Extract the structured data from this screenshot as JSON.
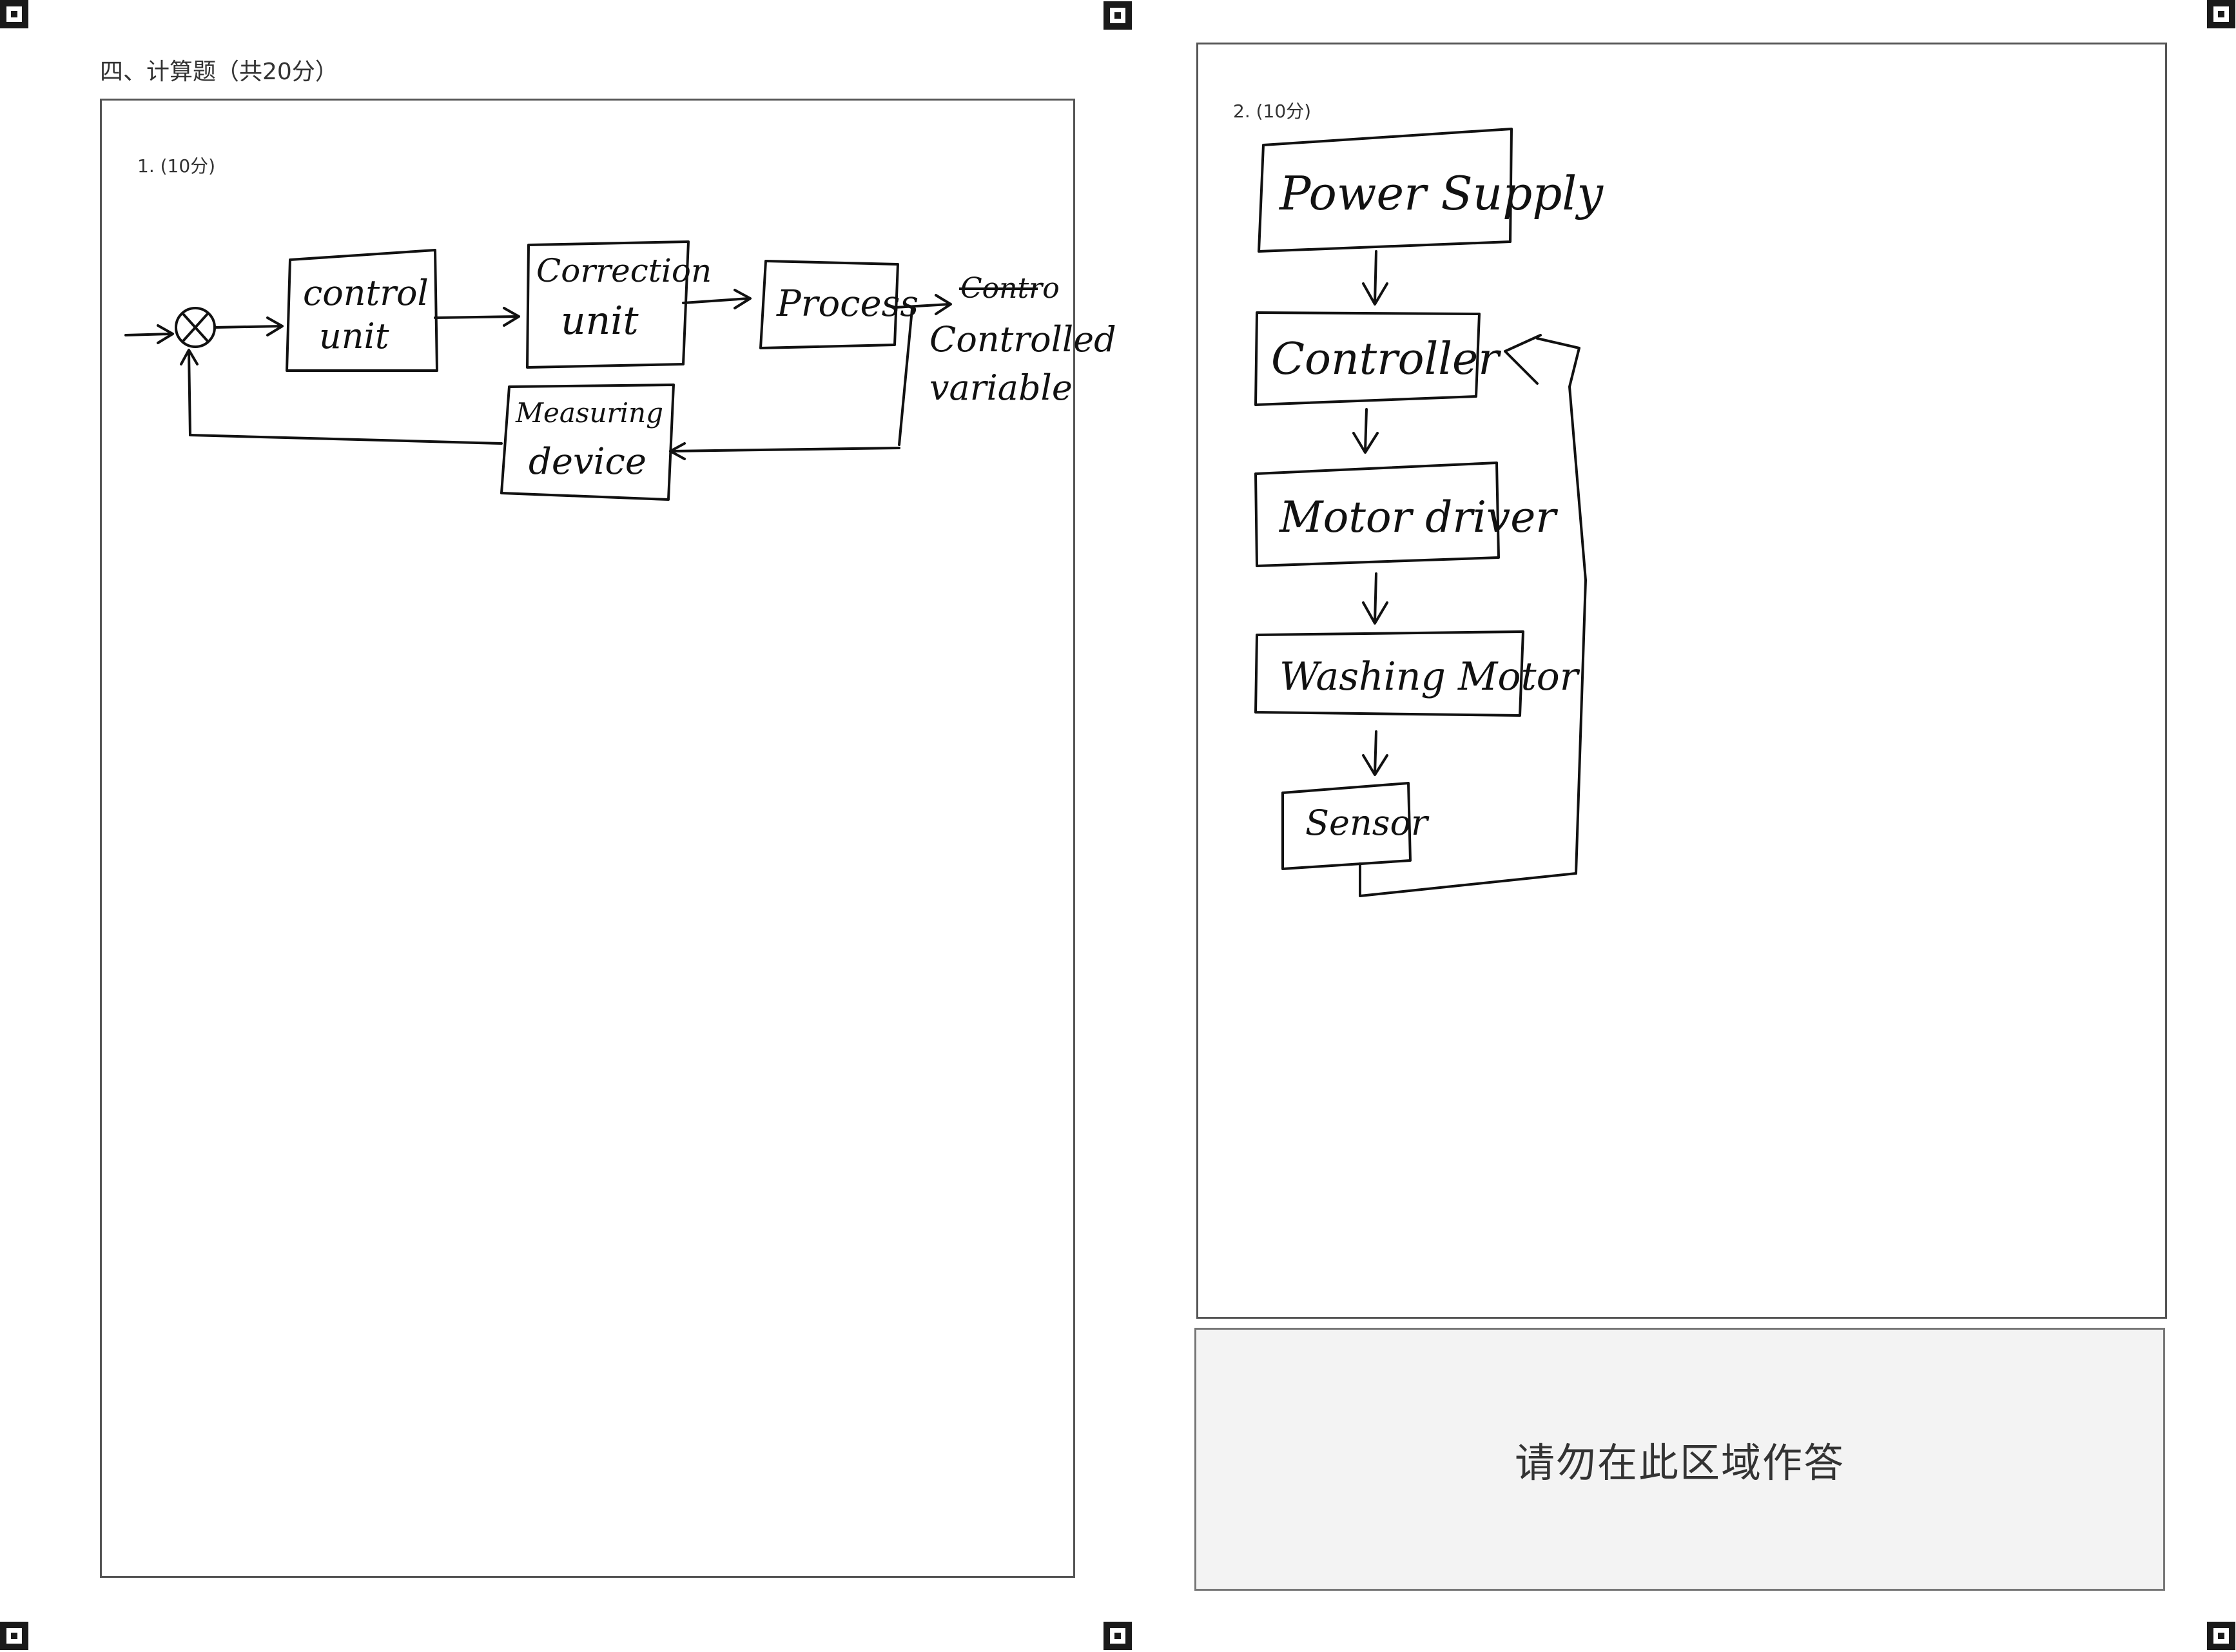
{
  "section": {
    "title": "四、计算题（共20分）"
  },
  "question1": {
    "label": "1. (10分)",
    "blocks": {
      "control_unit": "control unit",
      "correction_unit": "Correction unit",
      "process": "Process",
      "measuring_device": "Measuring device",
      "output_struck": "Contro",
      "output_line1": "Controlled",
      "output_line2": "variable"
    }
  },
  "question2": {
    "label": "2. (10分)",
    "blocks": {
      "power_supply": "Power Supply",
      "controller": "Controller",
      "motor_driver": "Motor driver",
      "washing_motor": "Washing Motor",
      "sensor": "Sensor"
    }
  },
  "no_answer_zone": {
    "text": "请勿在此区域作答"
  }
}
